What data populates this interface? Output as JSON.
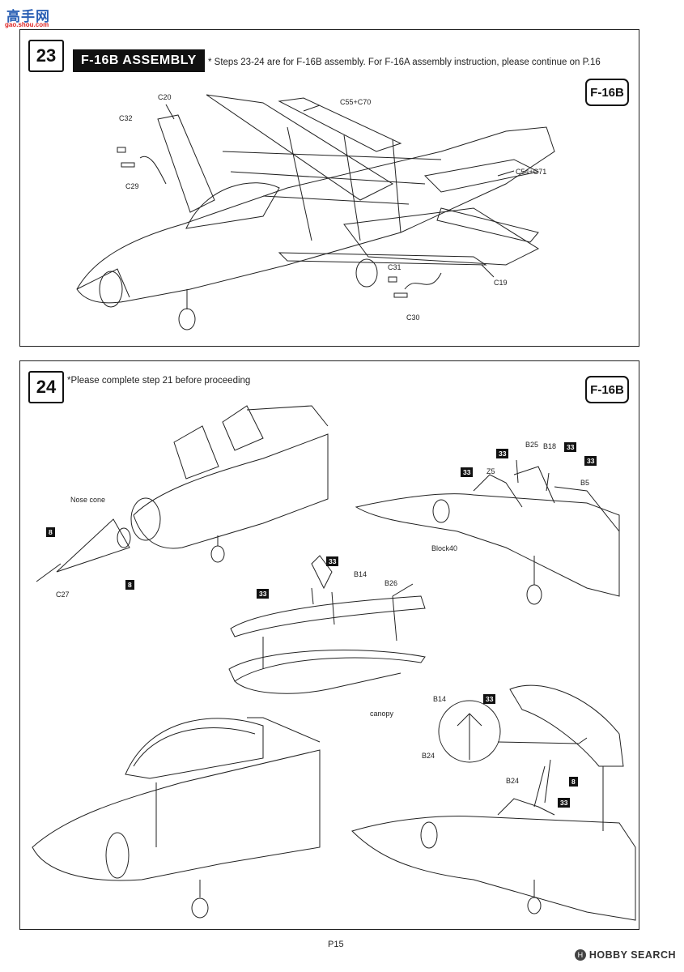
{
  "watermark": {
    "chars": "高手网",
    "url": "gao.shou.com"
  },
  "step23": {
    "number": "23",
    "title": "F-16B ASSEMBLY",
    "note": "* Steps 23-24 are for F-16B assembly. For F-16A assembly instruction, please continue on P.16",
    "variant": "F-16B",
    "labels": {
      "c20": "C20",
      "c55_c70": "C55+C70",
      "c32": "C32",
      "c29": "C29",
      "c54_c71": "C54+C71",
      "c31": "C31",
      "c19": "C19",
      "c30": "C30"
    }
  },
  "step24": {
    "number": "24",
    "note": "*Please complete step 21 before proceeding",
    "variant": "F-16B",
    "labels": {
      "nose_cone": "Nose cone",
      "c27": "C27",
      "block40": "Block40",
      "b25": "B25",
      "b18": "B18",
      "z5": "Z5",
      "b5": "B5",
      "b14": "B14",
      "b26": "B26",
      "canopy": "canopy",
      "b14_detail": "B14",
      "b24_detail": "B24",
      "b24": "B24"
    },
    "badges": {
      "b8a": "8",
      "b8b": "8",
      "b33a": "33",
      "b33b": "33",
      "b33c": "33",
      "b33d": "33",
      "b33e": "33",
      "b33f": "33",
      "b33g": "33",
      "b33h": "33",
      "b8c": "8"
    }
  },
  "footer": {
    "page": "P15",
    "brand_icon": "H",
    "brand": "HOBBY SEARCH"
  }
}
